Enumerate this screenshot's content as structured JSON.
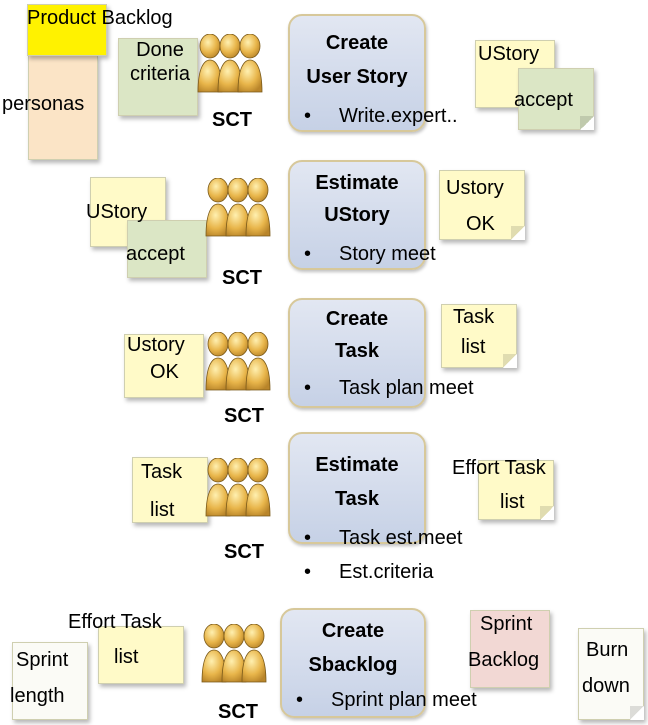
{
  "sct_label": "SCT",
  "bullet_glyph": "•",
  "rows": [
    {
      "inputs": {
        "product_backlog": "Product Backlog",
        "personas": "personas",
        "done_criteria": "Done criteria"
      },
      "process": {
        "title1": "Create",
        "title2": "User Story",
        "bullet": "Write.expert.."
      },
      "outputs": {
        "ustory": "UStory",
        "accept": "accept"
      }
    },
    {
      "inputs": {
        "ustory": "UStory",
        "accept": "accept"
      },
      "process": {
        "title1": "Estimate",
        "title2": "UStory",
        "bullet": "Story meet"
      },
      "outputs": {
        "ustory_ok_1": "Ustory",
        "ustory_ok_2": "OK"
      }
    },
    {
      "inputs": {
        "ustory_ok_1": "Ustory",
        "ustory_ok_2": "OK"
      },
      "process": {
        "title1": "Create",
        "title2": "Task",
        "bullet": "Task plan meet"
      },
      "outputs": {
        "task_list_1": "Task",
        "task_list_2": "list"
      }
    },
    {
      "inputs": {
        "task_list_1": "Task",
        "task_list_2": "list"
      },
      "process": {
        "title1": "Estimate",
        "title2": "Task",
        "bullet1": "Task est.meet",
        "bullet2": "Est.criteria"
      },
      "outputs": {
        "effort_task": "Effort Task",
        "list": "list"
      }
    },
    {
      "inputs": {
        "sprint_length_1": "Sprint",
        "sprint_length_2": "length",
        "effort_task": "Effort Task",
        "list": "list"
      },
      "process": {
        "title1": "Create",
        "title2": "Sbacklog",
        "bullet": "Sprint plan meet"
      },
      "outputs": {
        "sprint_backlog_1": "Sprint",
        "sprint_backlog_2": "Backlog",
        "burn_down_1": "Burn",
        "burn_down_2": "down"
      }
    }
  ]
}
